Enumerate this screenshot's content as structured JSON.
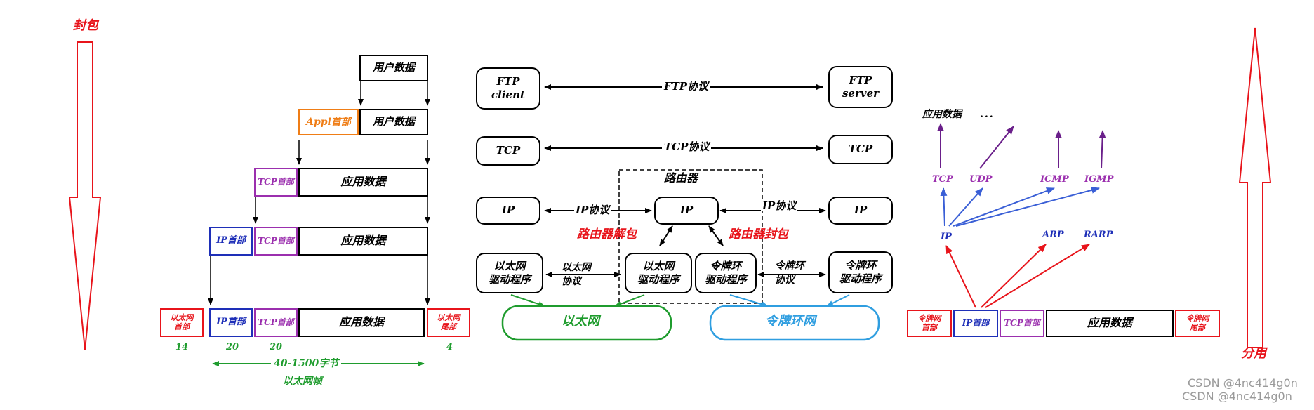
{
  "left_title": "封包",
  "right_title": "分用",
  "encapsulation": {
    "row1": {
      "data": "用户数据"
    },
    "row2": {
      "app_header": "Appl首部",
      "data": "用户数据"
    },
    "row3": {
      "tcp_header": "TCP首部",
      "data": "应用数据"
    },
    "row4": {
      "ip_header": "IP首部",
      "tcp_header": "TCP首部",
      "data": "应用数据"
    },
    "frame": {
      "eth_header": "以太网\n首部",
      "ip_header": "IP首部",
      "tcp_header": "TCP首部",
      "data": "应用数据",
      "eth_trailer": "以太网\n尾部"
    },
    "sizes": [
      "14",
      "20",
      "20",
      "4"
    ],
    "range_label": "40-1500字节",
    "frame_label": "以太网帧"
  },
  "network": {
    "ftp_client": "FTP\nclient",
    "ftp_server": "FTP\nserver",
    "ftp_protocol": "FTP协议",
    "tcp_left": "TCP",
    "tcp_right": "TCP",
    "tcp_protocol": "TCP协议",
    "router_title": "路由器",
    "ip_left": "IP",
    "ip_router": "IP",
    "ip_right": "IP",
    "ip_protocol_left": "IP协议",
    "ip_protocol_right": "IP协议",
    "router_unpack": "路由器解包",
    "router_pack": "路由器封包",
    "eth_driver_left": "以太网\n驱动程序",
    "eth_driver_router": "以太网\n驱动程序",
    "token_driver_router": "令牌环\n驱动程序",
    "token_driver_right": "令牌环\n驱动程序",
    "eth_protocol": "以太网\n协议",
    "token_protocol": "令牌环\n协议",
    "ethernet": "以太网",
    "token_ring": "令牌环网"
  },
  "demux": {
    "app_data": "应用数据",
    "ellipsis": "...",
    "tcp": "TCP",
    "udp": "UDP",
    "icmp": "ICMP",
    "igmp": "IGMP",
    "ip": "IP",
    "arp": "ARP",
    "rarp": "RARP",
    "frame": {
      "token_header": "令牌网\n首部",
      "ip_header": "IP首部",
      "tcp_header": "TCP首部",
      "data": "应用数据",
      "token_trailer": "令牌网\n尾部"
    }
  },
  "watermark": [
    "CSDN @4nc414g0n",
    "CSDN @4nc414g0n"
  ],
  "colors": {
    "red": "#e8141b",
    "orange": "#ef7d16",
    "purple": "#9b2fae",
    "blue": "#1e2fb8",
    "green": "#1f9c2e",
    "sky": "#2f9ee0",
    "arrow_blue": "#3a5fd6",
    "arrow_purple": "#6a1f8a"
  }
}
